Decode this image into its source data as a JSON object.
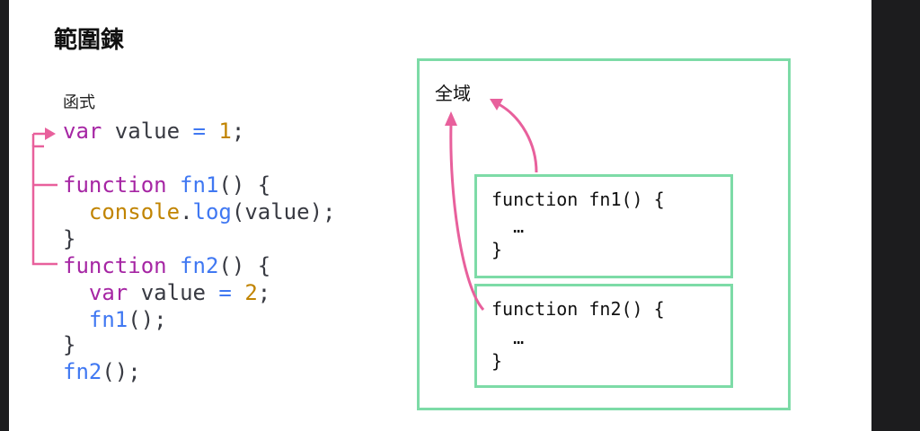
{
  "title": "範圍鍊",
  "code_panel": {
    "label": "函式",
    "lines": [
      [
        {
          "t": "var",
          "c": "kw"
        },
        {
          "t": " value ",
          "c": "id"
        },
        {
          "t": "=",
          "c": "fn"
        },
        {
          "t": " ",
          "c": "id"
        },
        {
          "t": "1",
          "c": "num"
        },
        {
          "t": ";",
          "c": "pu"
        }
      ],
      [
        {
          "t": "function",
          "c": "kw"
        },
        {
          "t": " ",
          "c": "id"
        },
        {
          "t": "fn1",
          "c": "fn"
        },
        {
          "t": "() {",
          "c": "pu"
        }
      ],
      [
        {
          "t": "  ",
          "c": "id"
        },
        {
          "t": "console",
          "c": "obj"
        },
        {
          "t": ".",
          "c": "pu"
        },
        {
          "t": "log",
          "c": "fn"
        },
        {
          "t": "(value);",
          "c": "pu"
        }
      ],
      [
        {
          "t": "}",
          "c": "pu"
        }
      ],
      [
        {
          "t": "function",
          "c": "kw"
        },
        {
          "t": " ",
          "c": "id"
        },
        {
          "t": "fn2",
          "c": "fn"
        },
        {
          "t": "() {",
          "c": "pu"
        }
      ],
      [
        {
          "t": "  ",
          "c": "id"
        },
        {
          "t": "var",
          "c": "kw"
        },
        {
          "t": " value ",
          "c": "id"
        },
        {
          "t": "=",
          "c": "fn"
        },
        {
          "t": " ",
          "c": "id"
        },
        {
          "t": "2",
          "c": "num"
        },
        {
          "t": ";",
          "c": "pu"
        }
      ],
      [
        {
          "t": "  ",
          "c": "id"
        },
        {
          "t": "fn1",
          "c": "fn"
        },
        {
          "t": "();",
          "c": "pu"
        }
      ],
      [
        {
          "t": "}",
          "c": "pu"
        }
      ],
      [
        {
          "t": "fn2",
          "c": "fn"
        },
        {
          "t": "();",
          "c": "pu"
        }
      ]
    ]
  },
  "scope_diagram": {
    "global_label": "全域",
    "fn1_box": {
      "line1": "function fn1() {",
      "line2": "  …",
      "line3": "}"
    },
    "fn2_box": {
      "line1": "function fn2() {",
      "line2": "  …",
      "line3": "}"
    }
  },
  "colors": {
    "box_border": "#7ddba7",
    "arrow": "#e8609c",
    "keyword": "#a626a4",
    "function_name": "#4078f2",
    "number": "#c18401"
  }
}
